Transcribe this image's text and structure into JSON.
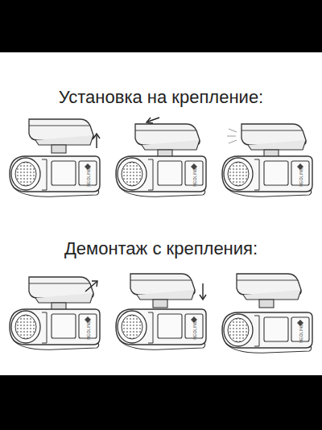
{
  "diagram": {
    "title": "Установка на крепление:",
    "labels": [
      "Демонтаж с крепления:",
      "NEOLINE",
      "NEOLINE",
      "NEOLINE",
      "NEOLINE",
      "NEOLINE",
      "NEOLINE"
    ]
  }
}
